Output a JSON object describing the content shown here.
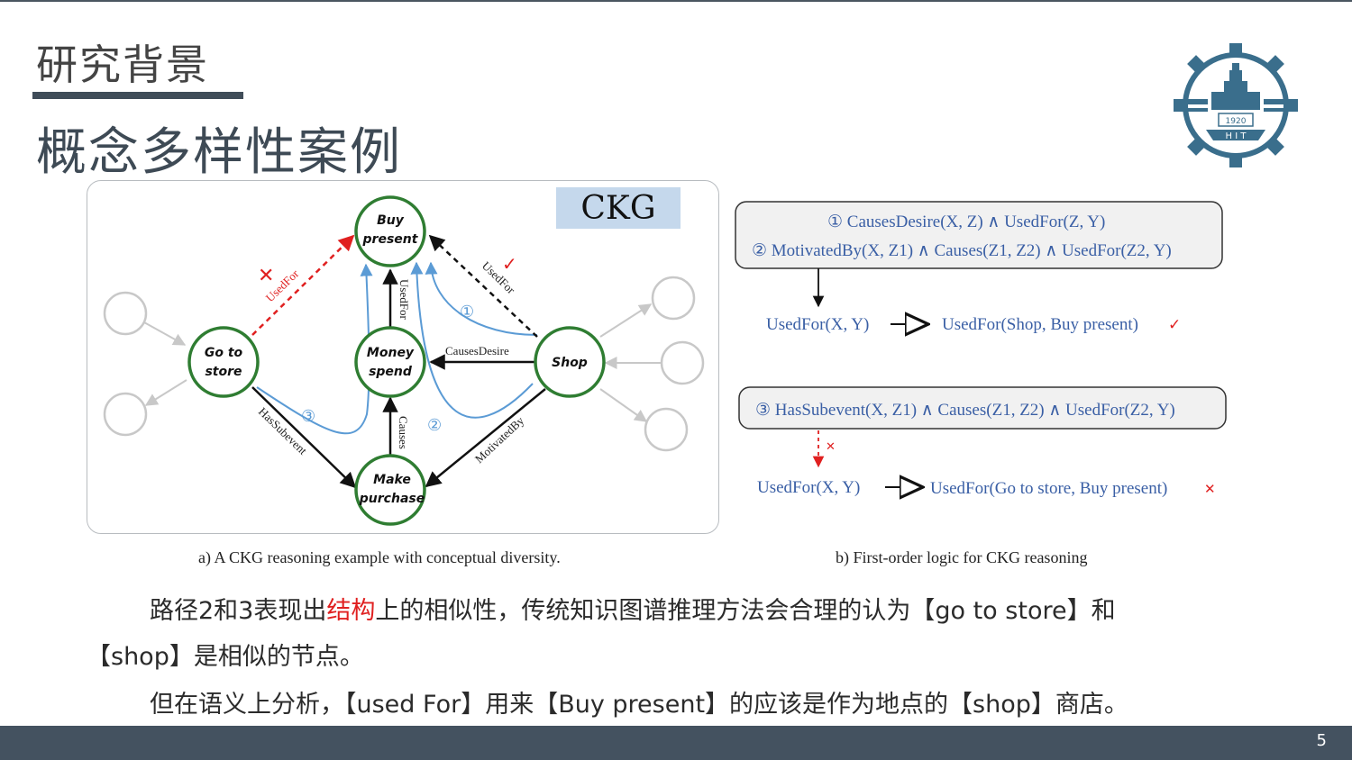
{
  "header": {
    "section_title": "研究背景",
    "page_title": "概念多样性案例",
    "logo_year": "1920",
    "logo_text": "H I T"
  },
  "diagram_a": {
    "tag": "CKG",
    "nodes": {
      "buy_present": [
        "Buy",
        "present"
      ],
      "go_to_store": [
        "Go to",
        "store"
      ],
      "money_spend": [
        "Money",
        "spend"
      ],
      "shop": [
        "Shop"
      ],
      "make_purchase": [
        "Make",
        "purchase"
      ]
    },
    "edges": {
      "usedfor_red": "UsedFor",
      "usedfor_vertical": "UsedFor",
      "usedfor_shop": "UsedFor",
      "causesdesire": "CausesDesire",
      "hassubevent": "HasSubevent",
      "causes": "Causes",
      "motivatedby": "MotivatedBy"
    },
    "path_markers": {
      "p1": "①",
      "p2": "②",
      "p3": "③"
    },
    "cross_mark": "✕",
    "check_mark": "✓",
    "caption": "a) A CKG reasoning example with conceptual diversity."
  },
  "diagram_b": {
    "rule1": "①  CausesDesire(X, Z) ∧ UsedFor(Z, Y)",
    "rule2": "②  MotivatedBy(X, Z1) ∧ Causes(Z1, Z2) ∧ UsedFor(Z2, Y)",
    "infer1_left": "UsedFor(X, Y)",
    "infer1_right": "UsedFor(Shop, Buy present)",
    "infer1_mark": "✓",
    "rule3": "③  HasSubevent(X, Z1) ∧ Causes(Z1, Z2) ∧ UsedFor(Z2, Y)",
    "infer2_left": "UsedFor(X, Y)",
    "infer2_right": "UsedFor(Go to store, Buy present)",
    "infer2_mark": "✕",
    "arrow_mark": "✕",
    "caption": "b) First-order logic for CKG reasoning"
  },
  "body": {
    "p1_before": "路径2和3表现出",
    "p1_highlight": "结构",
    "p1_after": "上的相似性，传统知识图谱推理方法会合理的认为【go to store】和",
    "p1_line2": "【shop】是相似的节点。",
    "p2": "但在语义上分析，【used For】用来【Buy present】的应该是作为地点的【shop】商店。"
  },
  "footer": {
    "page_number": "5"
  },
  "colors": {
    "accent": "#404d59",
    "node_green": "#2f7d32",
    "blue_path": "#5b9bd5",
    "red": "#e02020",
    "ckg_tag_bg": "#c5d8ec"
  }
}
